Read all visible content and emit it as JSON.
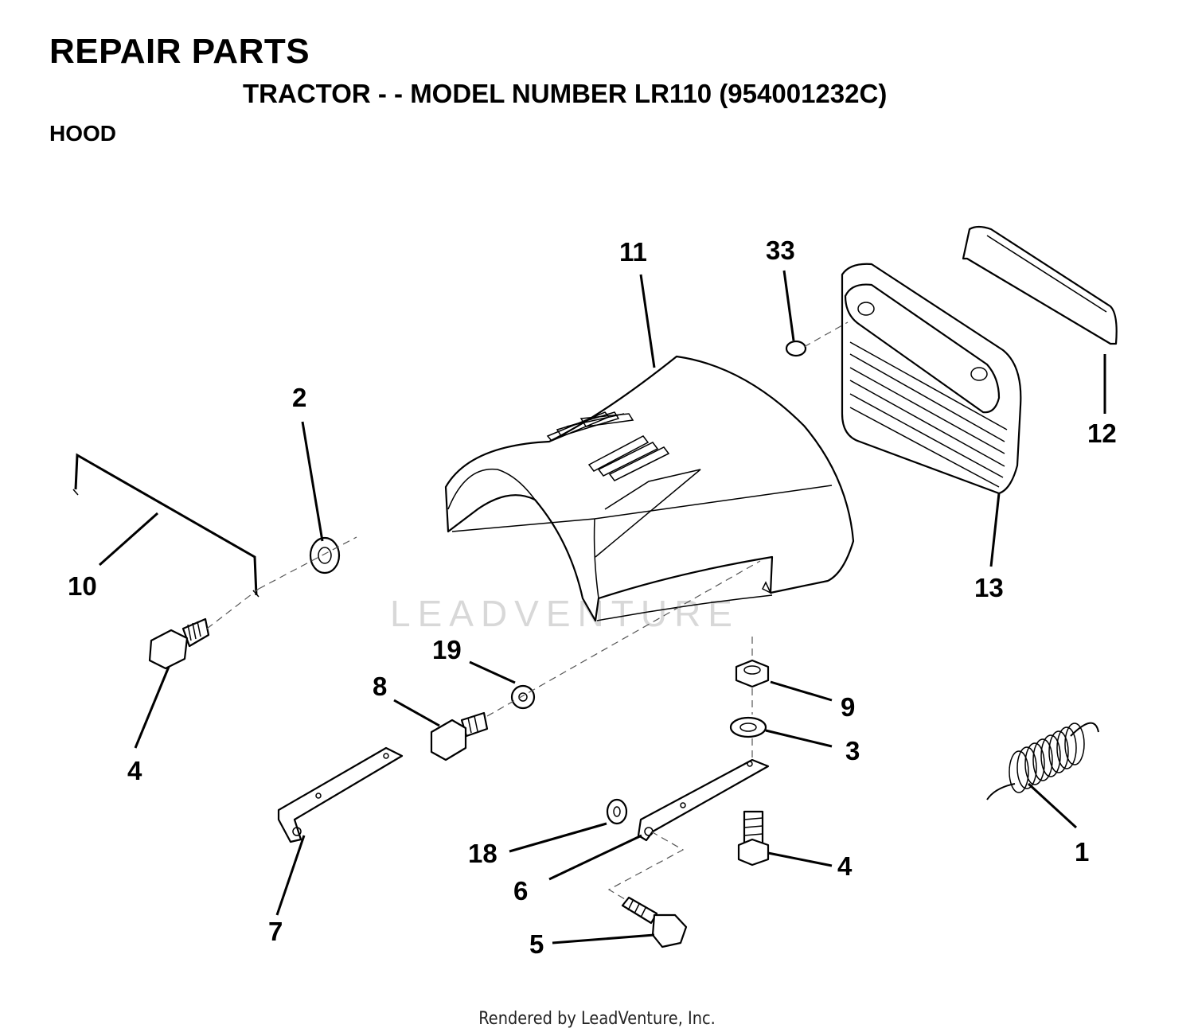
{
  "header": {
    "title": "REPAIR PARTS",
    "subtitle": "TRACTOR - - MODEL NUMBER LR110 (954001232C)",
    "section": "HOOD"
  },
  "watermark": "LEADVENTURE",
  "footer": {
    "credit": "Rendered by LeadVenture, Inc."
  },
  "callouts": {
    "c11": "11",
    "c33": "33",
    "c12": "12",
    "c13": "13",
    "c2": "2",
    "c10": "10",
    "c4a": "4",
    "c19": "19",
    "c8": "8",
    "c9": "9",
    "c3": "3",
    "c1": "1",
    "c18": "18",
    "c6": "6",
    "c4b": "4",
    "c7": "7",
    "c5": "5"
  }
}
